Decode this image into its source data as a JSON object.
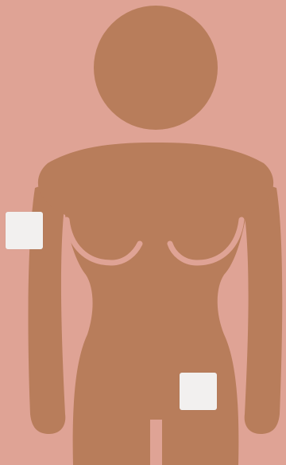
{
  "colors": {
    "background": "#DFA395",
    "body": "#B87D5B",
    "patch": "#F2F0EF"
  },
  "illustration": {
    "subject": "female-body-front-silhouette",
    "patches": [
      {
        "id": "patch-upper-arm",
        "site": "upper-arm-right-side-of-figure-left"
      },
      {
        "id": "patch-abdomen",
        "site": "lower-abdomen"
      }
    ]
  }
}
